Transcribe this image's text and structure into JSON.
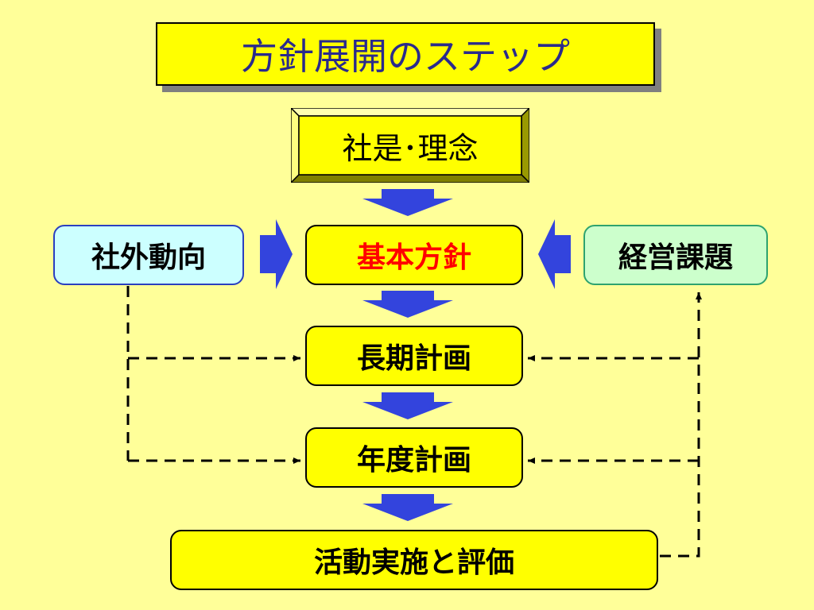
{
  "title": "方針展開のステップ",
  "nodes": {
    "philosophy": "社是･理念",
    "basic_policy": "基本方針",
    "external": "社外動向",
    "issues": "経営課題",
    "long_term": "長期計画",
    "annual": "年度計画",
    "activity": "活動実施と評価"
  },
  "colors": {
    "background": "#FFFF99",
    "box_fill": "#FFFF00",
    "arrow": "#3344DD",
    "title_text": "#2A2A8C",
    "highlight_text": "#FF0000",
    "external_fill": "#CCFFFF",
    "issues_fill": "#CCFFCC"
  }
}
